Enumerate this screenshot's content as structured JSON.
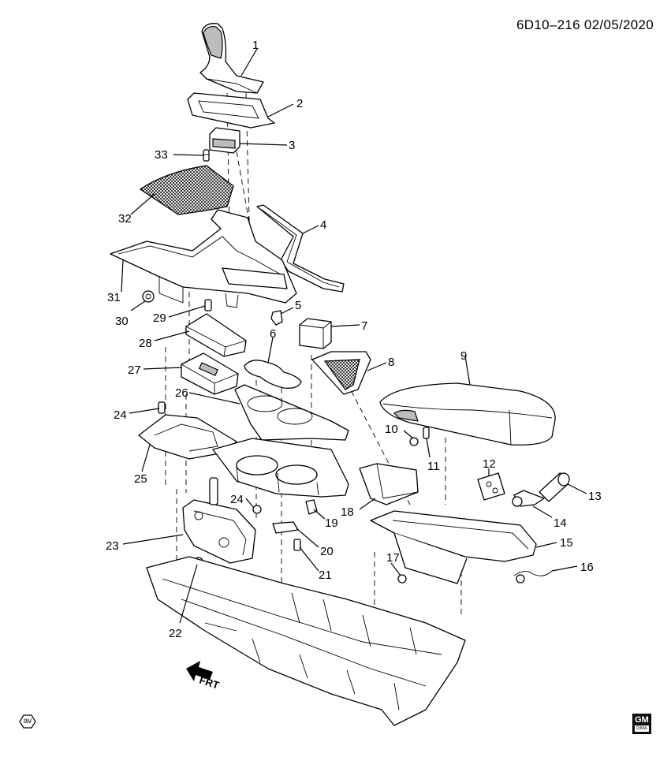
{
  "document": {
    "id_and_date": "6D10–216  02/05/2020",
    "front_arrow_label": "FRT",
    "corner_badge": "av"
  },
  "callouts": {
    "c1": "1",
    "c2": "2",
    "c3": "3",
    "c4": "4",
    "c5": "5",
    "c6": "6",
    "c7": "7",
    "c8": "8",
    "c9": "9",
    "c10": "10",
    "c11": "11",
    "c12": "12",
    "c13": "13",
    "c14": "14",
    "c15": "15",
    "c16": "16",
    "c17": "17",
    "c18": "18",
    "c19": "19",
    "c20": "20",
    "c21": "21",
    "c22": "22",
    "c23": "23",
    "c24a": "24",
    "c24b": "24",
    "c25": "25",
    "c26": "26",
    "c27": "27",
    "c28": "28",
    "c29": "29",
    "c30": "30",
    "c31": "31",
    "c32": "32",
    "c33": "33"
  },
  "logo": {
    "brand_mark": "GM",
    "sub_mark": "GMA"
  },
  "colors": {
    "line": "#000000",
    "background": "#ffffff",
    "shade": "#bdbdbd"
  }
}
